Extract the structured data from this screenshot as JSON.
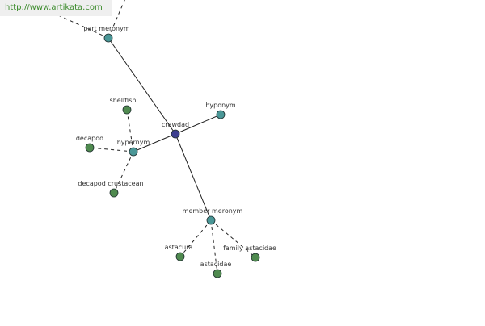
{
  "watermark": {
    "text": "http://www.artikata.com"
  },
  "colors": {
    "center": "#3c3f8f",
    "relation": "#4a9797",
    "leaf": "#4f8a4f"
  },
  "nodes": [
    {
      "id": "crawdad",
      "label": "crawdad",
      "kind": "center"
    },
    {
      "id": "part_meronym",
      "label": "part meronym",
      "kind": "relation"
    },
    {
      "id": "hyponym",
      "label": "hyponym",
      "kind": "relation"
    },
    {
      "id": "hypernym",
      "label": "hypernym",
      "kind": "relation"
    },
    {
      "id": "member_meronym",
      "label": "member meronym",
      "kind": "relation"
    },
    {
      "id": "shellfish",
      "label": "shellfish",
      "kind": "leaf"
    },
    {
      "id": "decapod",
      "label": "decapod",
      "kind": "leaf"
    },
    {
      "id": "decapod_crustacean",
      "label": "decapod crustacean",
      "kind": "leaf"
    },
    {
      "id": "astacura",
      "label": "astacura",
      "kind": "leaf"
    },
    {
      "id": "astacidae",
      "label": "astacidae",
      "kind": "leaf"
    },
    {
      "id": "family_astacidae",
      "label": "family astacidae",
      "kind": "leaf"
    }
  ],
  "edges": [
    {
      "from": "crawdad",
      "to": "part_meronym",
      "style": "solid"
    },
    {
      "from": "crawdad",
      "to": "hyponym",
      "style": "solid"
    },
    {
      "from": "crawdad",
      "to": "hypernym",
      "style": "solid"
    },
    {
      "from": "crawdad",
      "to": "member_meronym",
      "style": "solid"
    },
    {
      "from": "hypernym",
      "to": "shellfish",
      "style": "dashed"
    },
    {
      "from": "hypernym",
      "to": "decapod",
      "style": "dashed"
    },
    {
      "from": "hypernym",
      "to": "decapod_crustacean",
      "style": "dashed"
    },
    {
      "from": "member_meronym",
      "to": "astacura",
      "style": "dashed"
    },
    {
      "from": "member_meronym",
      "to": "astacidae",
      "style": "dashed"
    },
    {
      "from": "member_meronym",
      "to": "family_astacidae",
      "style": "dashed"
    },
    {
      "from": "part_meronym",
      "to": "offscreen_a",
      "style": "dashed"
    },
    {
      "from": "part_meronym",
      "to": "offscreen_b",
      "style": "dashed"
    }
  ]
}
